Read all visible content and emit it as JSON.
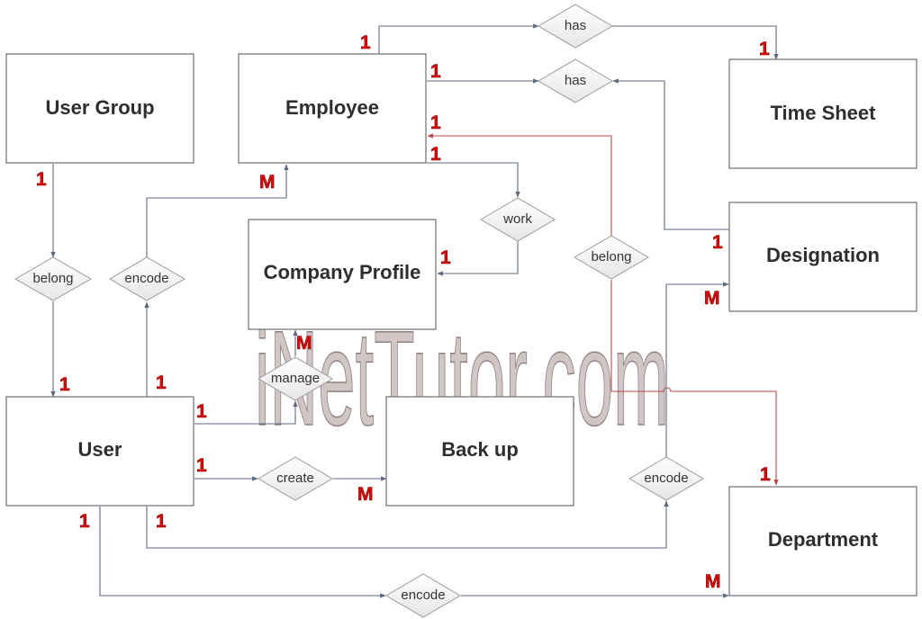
{
  "diagram": {
    "type": "Entity Relationship Diagram",
    "watermark": "iNetTutor.com",
    "colors": {
      "entity_border": "#6b6f78",
      "connector": "#5d6a80",
      "connector_highlight": "#b84a4a",
      "cardinality": "#e00b0b",
      "watermark": "#c9bcbc",
      "relationship_fill": "#f2f2f2"
    },
    "entities": {
      "user_group": "User Group",
      "employee": "Employee",
      "time_sheet": "Time Sheet",
      "company_profile": "Company Profile",
      "designation": "Designation",
      "user": "User",
      "back_up": "Back up",
      "department": "Department"
    },
    "relationships": {
      "employee_has_timesheet": "has",
      "employee_has_designation": "has",
      "usergroup_belong_user": "belong",
      "user_encode_employee": "encode",
      "employee_work_company": "work",
      "employee_belong_department": "belong",
      "user_manage_company": "manage",
      "user_create_backup": "create",
      "user_encode_designation": "encode",
      "user_encode_department": "encode"
    },
    "cardinalities": {
      "employee_top_has": "1",
      "timesheet_has": "1",
      "employee_right_has": "1",
      "employee_right_belong": "1",
      "employee_right_work": "1",
      "usergroup_bottom": "1",
      "employee_bottom_encode": "M",
      "company_right_work": "1",
      "designation_has": "1",
      "designation_encode": "M",
      "company_bottom_manage": "M",
      "user_top_belong": "1",
      "user_top_encode": "1",
      "user_right_manage": "1",
      "user_right_create": "1",
      "backup_create": "M",
      "department_belong": "1",
      "user_bottom_department": "1",
      "user_bottom_designation": "1",
      "department_encode": "M"
    }
  }
}
